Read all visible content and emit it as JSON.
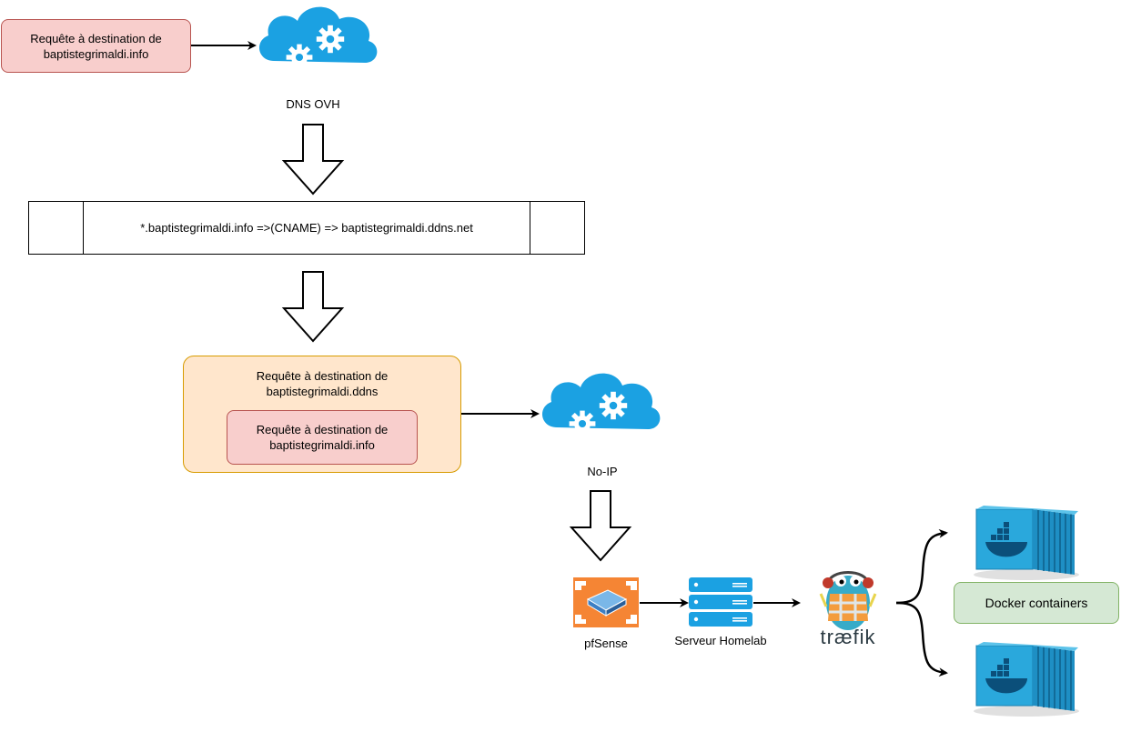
{
  "request_top": [
    "Requête à destination de",
    "baptistegrimaldi.info"
  ],
  "dns_ovh_label": "DNS OVH",
  "cname_rule": "*.baptistegrimaldi.info =>(CNAME) => baptistegrimaldi.ddns.net",
  "request_ddns": [
    "Requête à destination de",
    "baptistegrimaldi.ddns"
  ],
  "request_inner": [
    "Requête à destination de",
    "baptistegrimaldi.info"
  ],
  "noip_label": "No-IP",
  "pfsense_label": "pfSense",
  "server_label": "Serveur Homelab",
  "traefik_logo_text": "træfik",
  "docker_label": "Docker containers",
  "colors": {
    "cloud": "#1ba1e2",
    "pink_fill": "#f8cecc",
    "pink_stroke": "#b85450",
    "orange_fill": "#ffe6cc",
    "orange_stroke": "#d79b00",
    "green_fill": "#d5e8d4",
    "green_stroke": "#82b366",
    "pfsense_orange": "#f58534",
    "server_blue": "#1ba1e2",
    "container_blue": "#2aa8dc"
  }
}
